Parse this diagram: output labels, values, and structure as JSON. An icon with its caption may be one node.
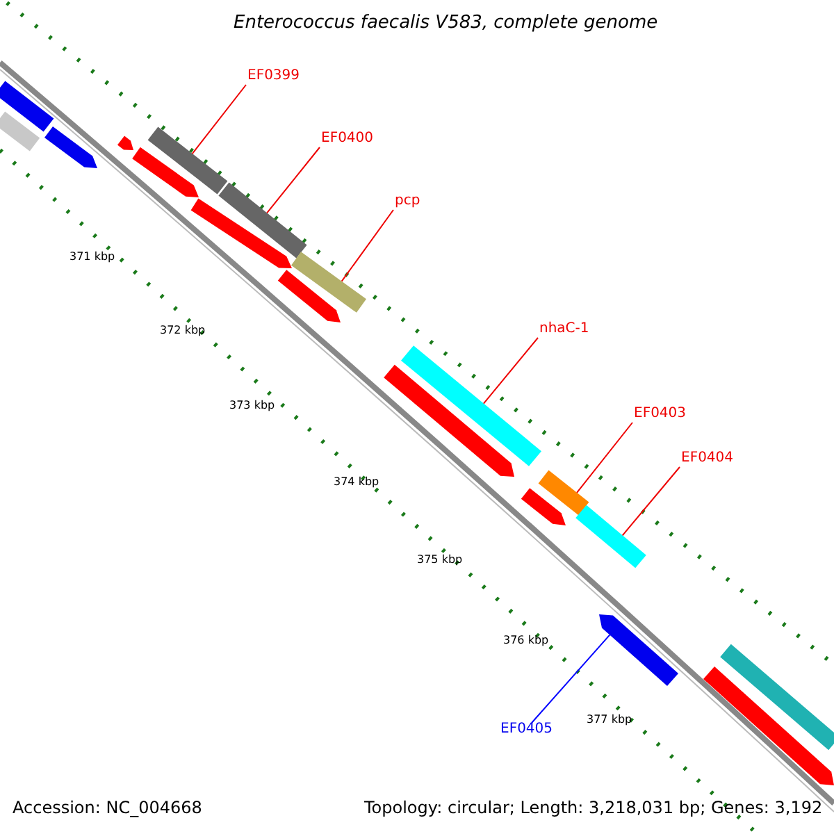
{
  "diagram": {
    "title": "Enterococcus faecalis V583, complete genome",
    "nodes": [
      {
        "text": [
          "EF0399"
        ]
      },
      {
        "text": [],
        "shape": "bar"
      },
      {
        "text": [
          "EF0400"
        ]
      },
      {
        "text": [],
        "shape": "bar"
      },
      {
        "text": [
          "pcp"
        ]
      },
      {
        "text": [],
        "shape": "bar"
      },
      {
        "text": [
          "nhaC-1"
        ]
      },
      {
        "text": [],
        "shape": "bar"
      },
      {
        "text": [
          "EF0403"
        ]
      },
      {
        "text": [],
        "shape": "bar"
      },
      {
        "text": [
          "EF0404"
        ]
      },
      {
        "text": [],
        "shape": "bar"
      },
      {
        "text": [
          "EF0405"
        ]
      },
      {
        "text": [],
        "shape": "bar"
      },
      {
        "text": [],
        "shape": "bar"
      },
      {
        "text": [],
        "shape": "bar"
      },
      {
        "text": [],
        "shape": "bar"
      },
      {
        "text": [],
        "shape": "bar"
      },
      {
        "text": [],
        "shape": "bar"
      },
      {
        "text": [],
        "shape": "bar"
      },
      {
        "text": [],
        "shape": "bar"
      },
      {
        "text": [],
        "shape": "bar"
      },
      {
        "text": [],
        "shape": "bar"
      },
      {
        "text": [],
        "shape": "bar"
      },
      {
        "text": [],
        "shape": "bar"
      }
    ],
    "edges": [
      {
        "from": 0,
        "to": 1,
        "arrow": "none"
      },
      {
        "from": 2,
        "to": 3,
        "arrow": "none"
      },
      {
        "from": 4,
        "to": 5,
        "arrow": "none"
      },
      {
        "from": 6,
        "to": 7,
        "arrow": "none"
      },
      {
        "from": 8,
        "to": 9,
        "arrow": "none"
      },
      {
        "from": 10,
        "to": 11,
        "arrow": "none"
      },
      {
        "from": 12,
        "to": 13,
        "arrow": "none",
        "color": "#0000ff"
      }
    ],
    "labels": [
      "371 kbp",
      "372 kbp",
      "373 kbp",
      "374 kbp",
      "375 kbp",
      "376 kbp",
      "377 kbp",
      "Accession: NC_004668",
      "Topology: circular; Length: 3,218,031 bp; Genes: 3,192"
    ]
  }
}
